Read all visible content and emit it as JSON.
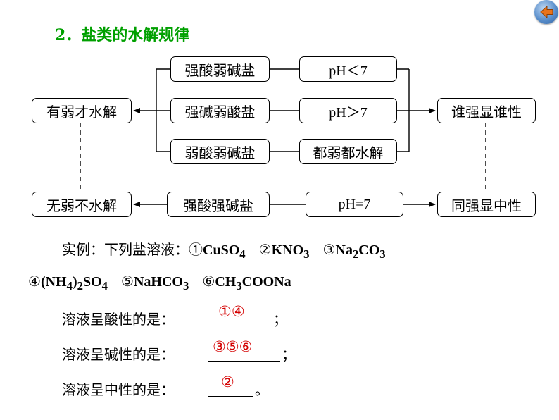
{
  "title": "2．盐类的水解规律",
  "diagram": {
    "left_top": "有弱才水解",
    "left_bottom": "无弱不水解",
    "salt_1": "强酸弱碱盐",
    "salt_2": "强碱弱酸盐",
    "salt_3": "弱酸弱碱盐",
    "salt_4": "强酸强碱盐",
    "result_1": "pH＜7",
    "result_2": "pH＞7",
    "result_3": "都弱都水解",
    "result_4": "pH=7",
    "right_top": "谁强显谁性",
    "right_bottom": "同强显中性"
  },
  "example": {
    "intro": "实例：下列盐溶液：",
    "s1_num": "①",
    "s1": "CuSO",
    "s1_sub": "4",
    "s2_num": "②",
    "s2": "KNO",
    "s2_sub": "3",
    "s3_num": "③",
    "s3_a": "Na",
    "s3_sub_a": "2",
    "s3_b": "CO",
    "s3_sub_b": "3",
    "s4_num": "④",
    "s4_a": "(NH",
    "s4_sub_a": "4",
    "s4_b": ")",
    "s4_sub_b": "2",
    "s4_c": "SO",
    "s4_sub_c": "4",
    "s5_num": "⑤",
    "s5": "NaHCO",
    "s5_sub": "3",
    "s6_num": "⑥",
    "s6_a": "CH",
    "s6_sub_a": "3",
    "s6_b": "COONa"
  },
  "questions": [
    {
      "label": "溶液呈酸性的是：",
      "answer": "①④",
      "end": "；"
    },
    {
      "label": "溶液呈碱性的是：",
      "answer": "③⑤⑥",
      "end": "；"
    },
    {
      "label": "溶液呈中性的是：",
      "answer": "②",
      "end": "。"
    }
  ]
}
